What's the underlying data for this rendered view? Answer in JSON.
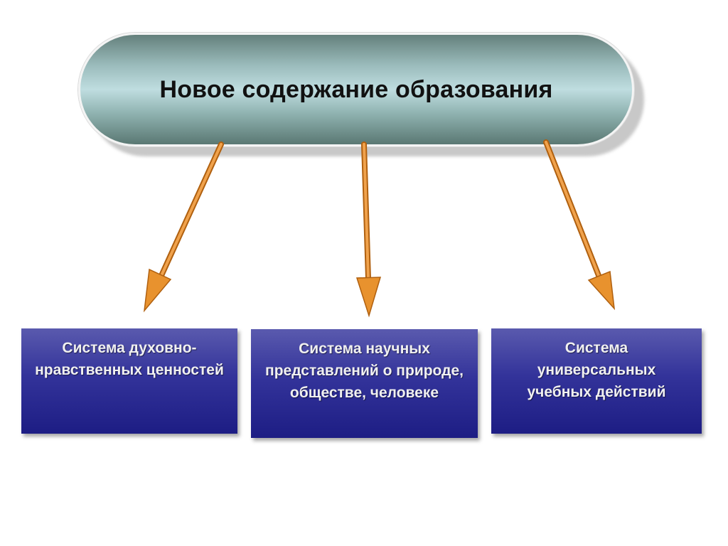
{
  "diagram": {
    "root": {
      "label": "Новое содержание образования"
    },
    "children": [
      {
        "label": "Система духовно-нравственных ценностей"
      },
      {
        "label": "Система научных представлений о природе, обществе, человеке"
      },
      {
        "label": "Система универсальных учебных действий"
      }
    ],
    "colors": {
      "arrow": "#e8922e",
      "box": "#2b2b94",
      "pill": "#9bbcbc"
    }
  }
}
